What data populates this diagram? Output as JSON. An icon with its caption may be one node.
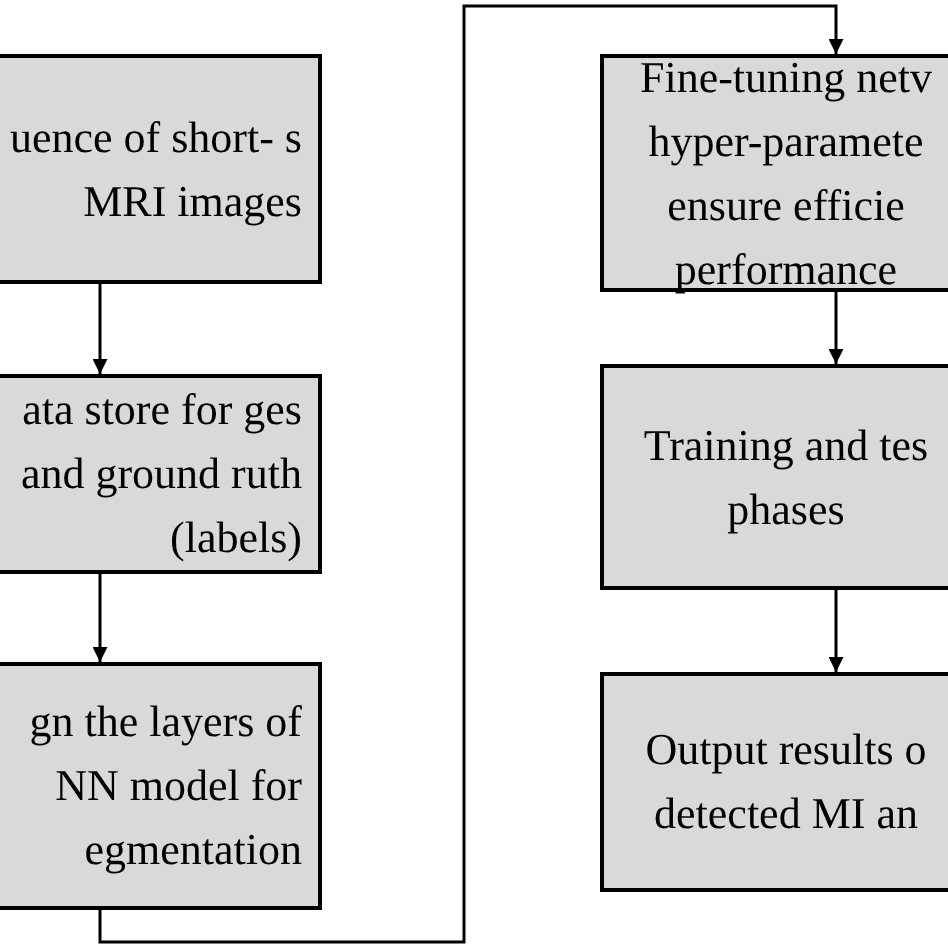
{
  "diagram": {
    "nodes": [
      {
        "text": [
          "uence of short- s MRI images"
        ]
      },
      {
        "text": [
          "ata store for ges and ground ruth (labels)"
        ]
      },
      {
        "text": [
          "gn the layers of NN model for egmentation"
        ]
      },
      {
        "text": [
          "Fine-tuning netv hyper-paramete ensure efficie performance"
        ]
      },
      {
        "text": [
          "Training and tes phases"
        ]
      },
      {
        "text": [
          "Output results o detected MI an"
        ]
      }
    ],
    "edges": [
      {
        "from": 0,
        "to": 1,
        "arrow": "to"
      },
      {
        "from": 1,
        "to": 2,
        "arrow": "to"
      },
      {
        "from": 2,
        "to": 3,
        "arrow": "to"
      },
      {
        "from": 3,
        "to": 4,
        "arrow": "to"
      },
      {
        "from": 4,
        "to": 5,
        "arrow": "to"
      }
    ]
  }
}
